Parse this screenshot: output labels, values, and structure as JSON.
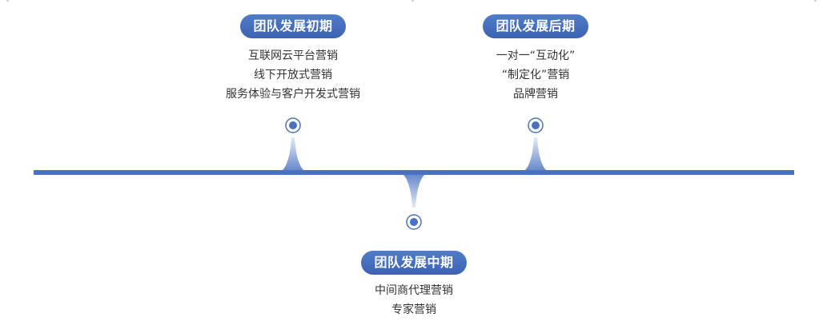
{
  "stages": [
    {
      "title": "团队发展初期",
      "items": [
        "互联网云平台营销",
        "线下开放式营销",
        "服务体验与客户开发式营销"
      ]
    },
    {
      "title": "团队发展后期",
      "items": [
        "一对一“互动化”",
        "“制定化”营销",
        "品牌营销"
      ]
    },
    {
      "title": "团队发展中期",
      "items": [
        "中间商代理营销",
        "专家营销"
      ]
    }
  ],
  "colors": {
    "accent": "#4a72c0",
    "pill_top": "#4f7cc9",
    "pill_bottom": "#3c63b3",
    "text": "#333333"
  }
}
